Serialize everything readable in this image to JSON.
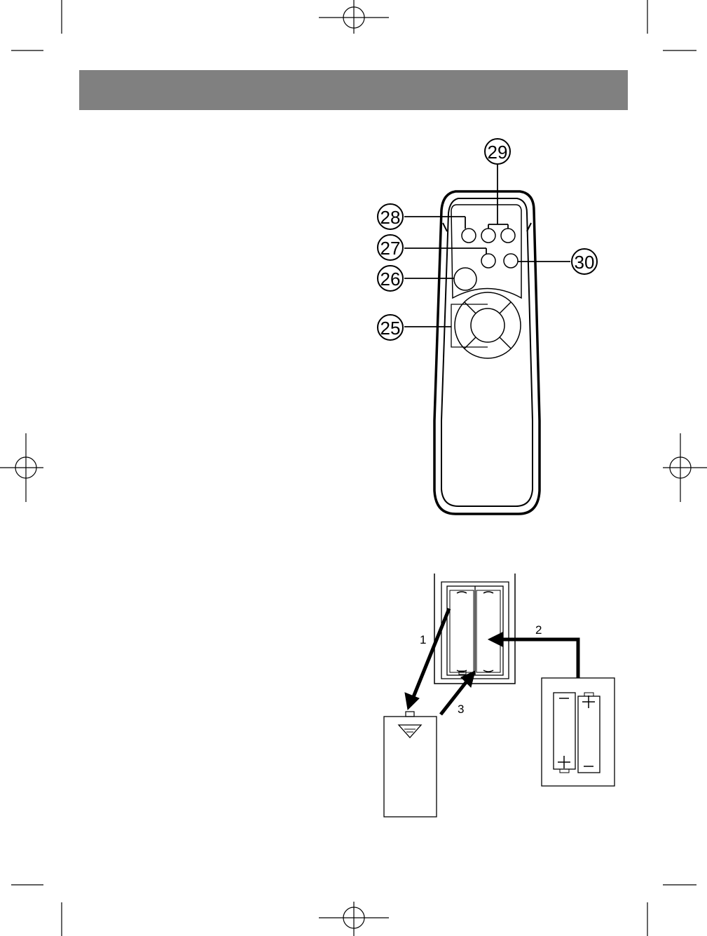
{
  "remote_callouts": {
    "c25": "25",
    "c26": "26",
    "c27": "27",
    "c28": "28",
    "c29": "29",
    "c30": "30"
  },
  "battery_steps": {
    "s1": "1",
    "s2": "2",
    "s3": "3"
  },
  "colors": {
    "header_bar": "#808080",
    "line": "#000000"
  }
}
